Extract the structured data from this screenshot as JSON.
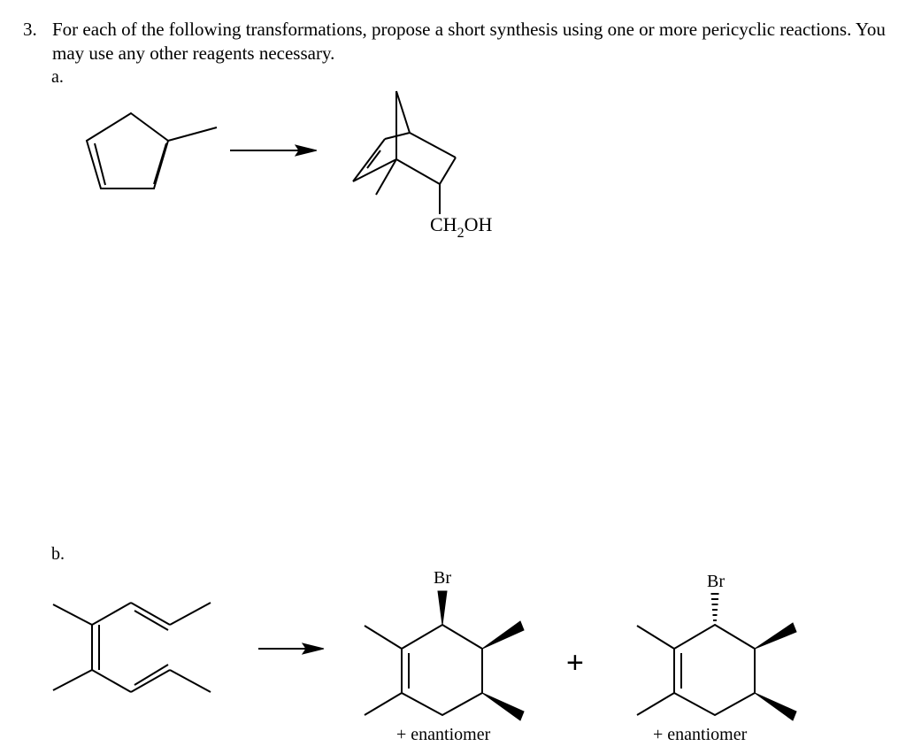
{
  "question": {
    "number": "3.",
    "text": "For each of the following transformations, propose a short synthesis using one or more pericyclic reactions.  You may use any other reagents necessary."
  },
  "part_a": {
    "label": "a.",
    "product_substituent": {
      "main": "CH",
      "sub": "2",
      "tail": "OH"
    }
  },
  "part_b": {
    "label": "b.",
    "product1_halogen": "Br",
    "product2_halogen": "Br",
    "plus_sign": "+",
    "product1_note": "+ enantiomer",
    "product2_note": "+ enantiomer"
  }
}
